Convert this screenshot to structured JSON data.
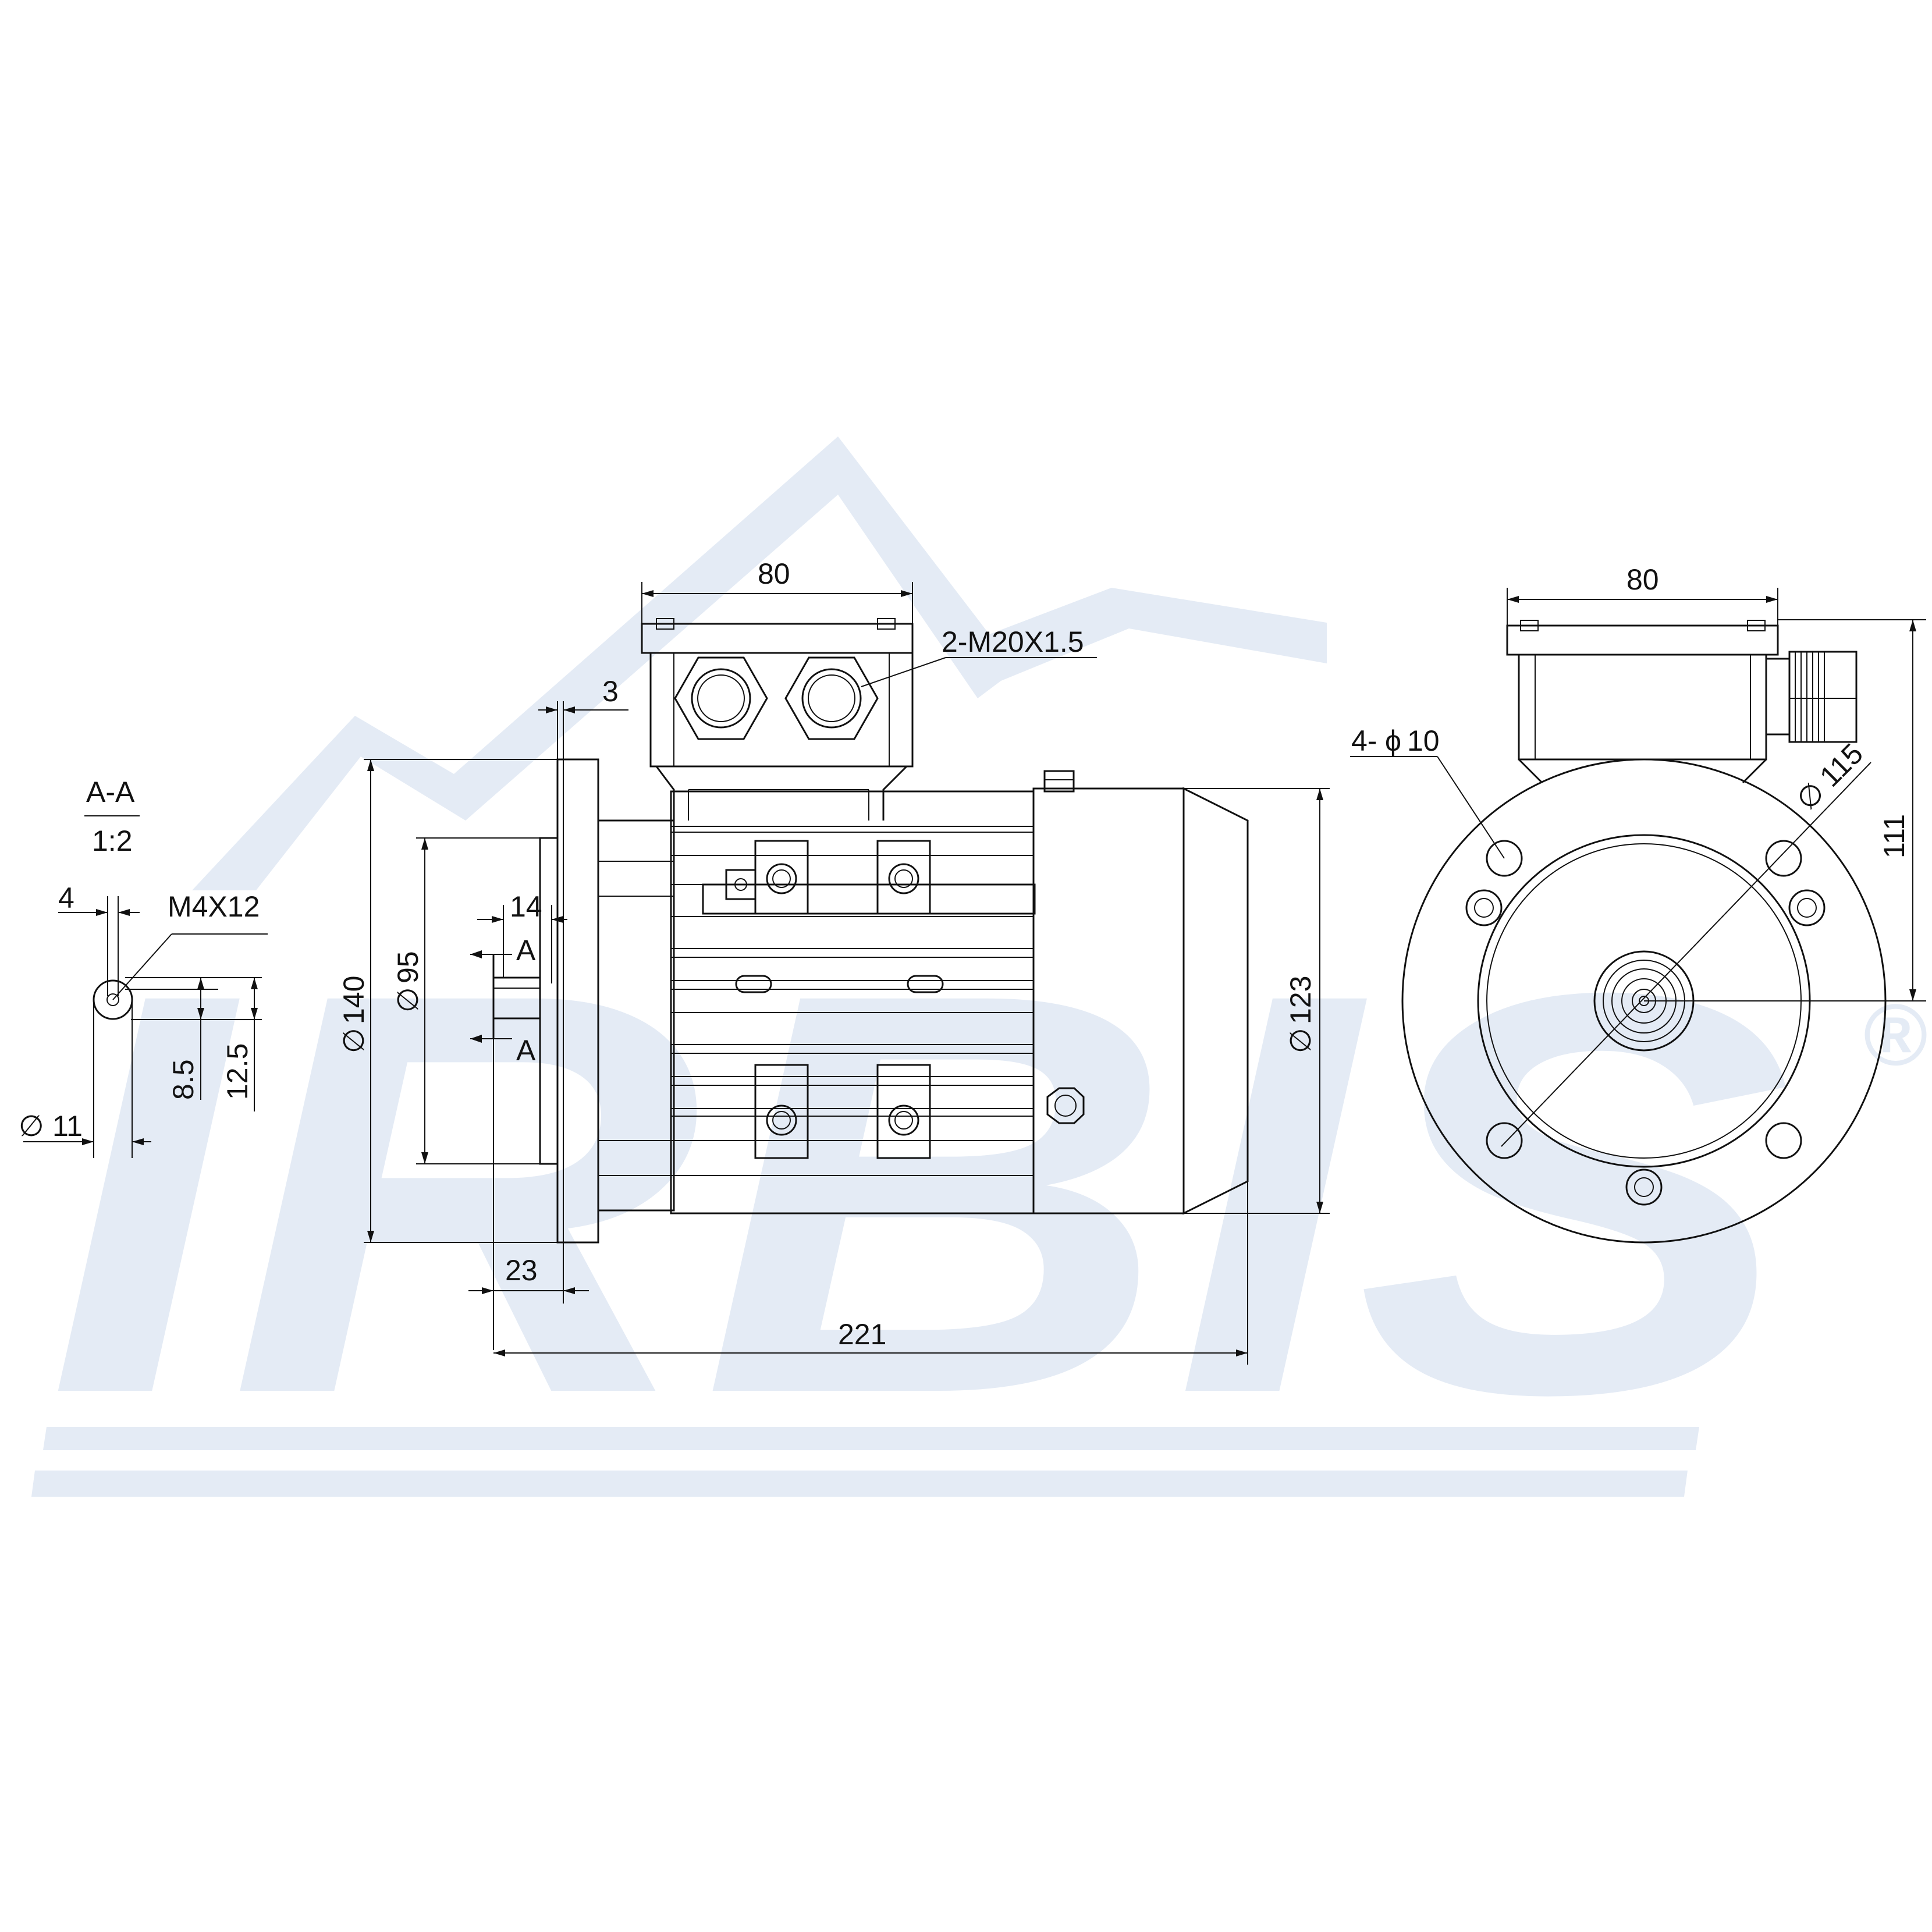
{
  "watermark": {
    "brand": "IRBIS",
    "registered": "®"
  },
  "section": {
    "title": "A-A",
    "scale": "1:2",
    "dim_key_width": "4",
    "thread": "M4X12",
    "dim_8_5": "8.5",
    "dim_12_5": "12.5",
    "dim_shaft": "11"
  },
  "side_view": {
    "box_width": "80",
    "cable_glands": "2-M20X1.5",
    "flange_thickness": "3",
    "flange_diameter": "140",
    "spigot_diameter": "95",
    "shaft_length_14": "14",
    "section_mark_top": "A",
    "section_mark_bottom": "A",
    "frame_diameter": "123",
    "shaft_length_23": "23",
    "overall_length": "221"
  },
  "end_view": {
    "box_width": "80",
    "holes": "4-",
    "holes_diameter": "10",
    "pcd": "115",
    "height": "111"
  },
  "symbols": {
    "diameter": "∅",
    "phi": "ϕ"
  }
}
